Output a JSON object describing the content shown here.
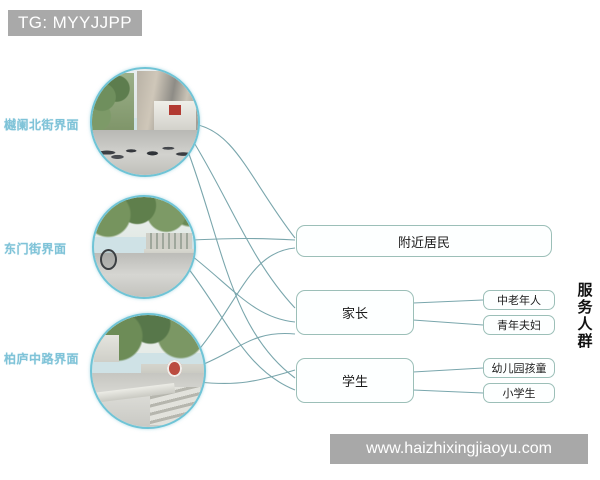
{
  "badge": {
    "text": "TG: MYYJJPP"
  },
  "watermark": {
    "text": "www.haizhixingjiaoyu.com"
  },
  "vertical_title": {
    "full": "服务人群",
    "chars": [
      "服",
      "务",
      "人",
      "群"
    ]
  },
  "photos": [
    {
      "caption": "樾阑北街界面",
      "alt": "commercial street interface with shops and pedestrians"
    },
    {
      "caption": "东门街界面",
      "alt": "tree lined sidewalk with fence and cyclist"
    },
    {
      "caption": "柏庐中路界面",
      "alt": "road with kerb steps trees and red sign"
    }
  ],
  "groups": [
    {
      "label": "附近居民",
      "children": []
    },
    {
      "label": "家长",
      "children": [
        "中老年人",
        "青年夫妇"
      ]
    },
    {
      "label": "学生",
      "children": [
        "幼儿园孩童",
        "小学生"
      ]
    }
  ],
  "colors": {
    "circle_ring": "#6fc4d6",
    "caption": "#7fc3d8",
    "box_border": "#9cbfb8",
    "connector": "#6f9fa6",
    "badge_bg": "#a9a9a9",
    "watermark_bg": "#a8a8a8",
    "background": "#ffffff"
  }
}
